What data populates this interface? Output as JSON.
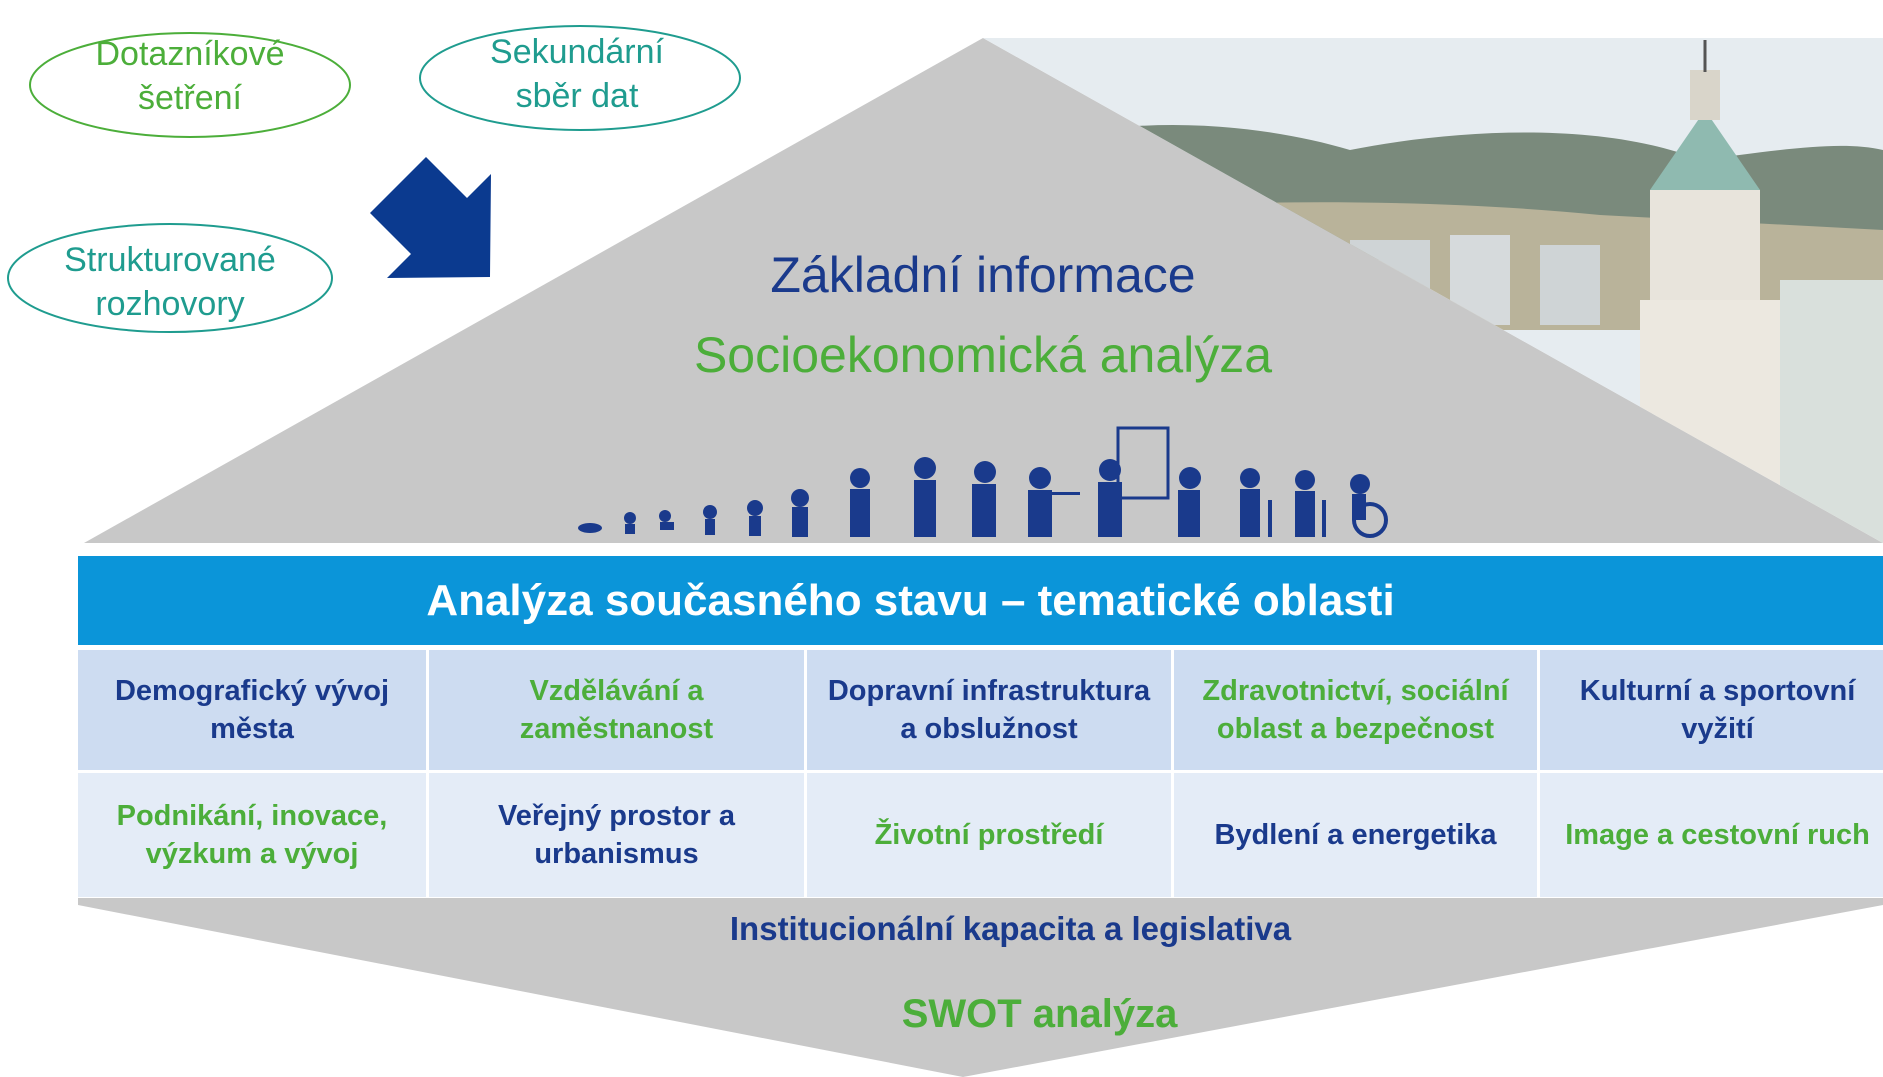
{
  "ovals": [
    {
      "line1": "Dotazníkové",
      "line2": "šetření"
    },
    {
      "line1": "Sekundární",
      "line2": "sběr dat"
    },
    {
      "line1": "Strukturované",
      "line2": "rozhovory"
    }
  ],
  "center": {
    "title": "Základní informace",
    "subtitle": "Socioekonomická analýza"
  },
  "banner": "Analýza současného stavu – tematické oblasti",
  "topics_row1": [
    "Demografický vývoj města",
    "Vzdělávání a zaměstnanost",
    "Dopravní infrastruktura a obslužnost",
    "Zdravotnictví, sociální oblast a bezpečnost",
    "Kulturní a sportovní vyžití"
  ],
  "topics_row2": [
    "Podnikání, inovace, výzkum a vývoj",
    "Veřejný prostor a urbanismus",
    "Životní prostředí",
    "Bydlení a energetika",
    "Image a cestovní ruch"
  ],
  "bottom": {
    "institutional": "Institucionální kapacita a legislativa",
    "swot": "SWOT analýza"
  },
  "colors": {
    "dark_blue": "#1a3a8c",
    "green": "#4cae3a",
    "banner_blue": "#0b95d9",
    "row1_bg": "#cddcf1",
    "row2_bg": "#e4ecf7",
    "gray": "#c8c8c8"
  }
}
